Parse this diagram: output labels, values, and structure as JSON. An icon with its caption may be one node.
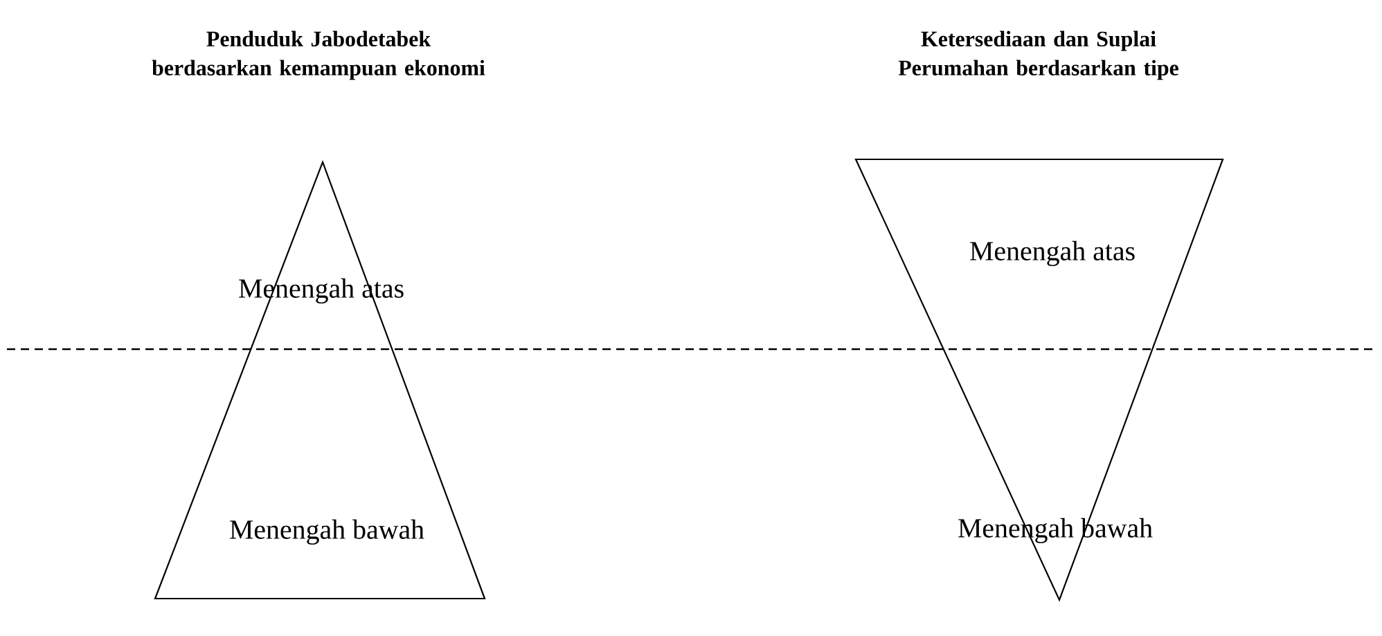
{
  "diagram": {
    "nodes": [
      {
        "text": [
          "Menengah atas",
          "Menengah bawah"
        ]
      },
      {
        "text": [
          "Menengah atas",
          "Menengah bawah"
        ]
      }
    ],
    "labels": [
      "Penduduk Jabodetabek berdasarkan kemampuan ekonomi",
      "Ketersediaan dan Suplai Perumahan berdasarkan tipe"
    ]
  }
}
